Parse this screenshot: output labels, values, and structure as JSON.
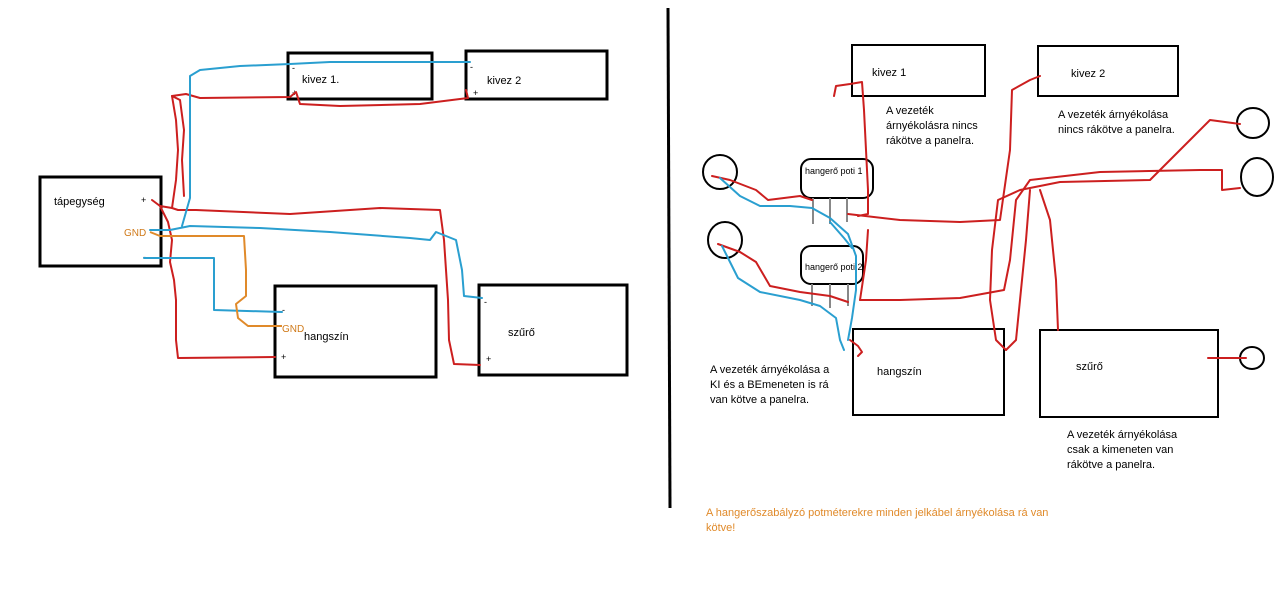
{
  "left": {
    "tapegyseg": "tápegység",
    "kivez1": "kivez 1.",
    "kivez2": "kivez 2",
    "hangszin": "hangszín",
    "szuro": "szűrő",
    "gnd1": "GND",
    "gnd2": "GND",
    "plus": "+",
    "minus": "-"
  },
  "right": {
    "kivez1": "kivez 1",
    "kivez2": "kivez 2",
    "poti1": "hangerő poti 1",
    "poti2": "hangerő poti 2",
    "hangszin": "hangszín",
    "szuro": "szűrő",
    "note_kivez1": [
      "A vezeték",
      "árnyékolásra nincs",
      "rákötve a panelra."
    ],
    "note_kivez2": [
      "A vezeték árnyékolása",
      "nincs rákötve a panelra."
    ],
    "note_hangszin": [
      "A vezeték árnyékolása a",
      "KI és a BEmeneten is rá",
      "van kötve a panelra."
    ],
    "note_szuro": [
      "A vezeték árnyékolása",
      "csak a kimeneten van",
      "rákötve a panelra."
    ],
    "note_bottom": [
      "A hangerőszabályzó potméterekre minden jelkábel árnyékolása rá van",
      "kötve!"
    ]
  },
  "colors": {
    "wire_positive": "#cc1f1f",
    "wire_negative": "#2a9fd0",
    "wire_ground": "#e08a2a",
    "note_highlight": "#e08a2a"
  }
}
